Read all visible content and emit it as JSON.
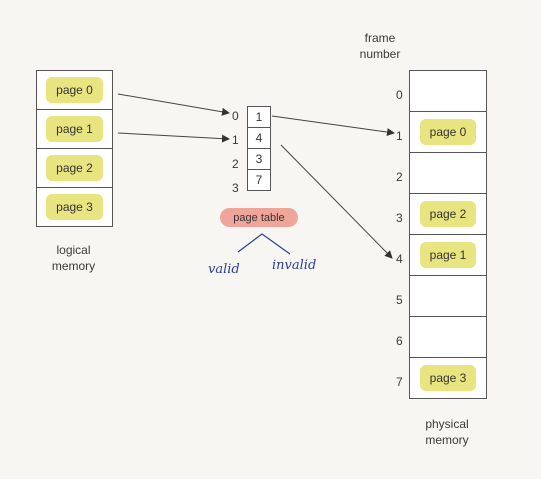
{
  "logical_memory": {
    "pages": [
      "page 0",
      "page 1",
      "page 2",
      "page 3"
    ],
    "label_line1": "logical",
    "label_line2": "memory"
  },
  "page_table": {
    "indices": [
      "0",
      "1",
      "2",
      "3"
    ],
    "frames": [
      "1",
      "4",
      "3",
      "7"
    ],
    "label": "page table"
  },
  "physical_memory": {
    "header_line1": "frame",
    "header_line2": "number",
    "frame_numbers": [
      "0",
      "1",
      "2",
      "3",
      "4",
      "5",
      "6",
      "7"
    ],
    "frames": [
      "",
      "page 0",
      "",
      "page 2",
      "page 1",
      "",
      "",
      "page 3"
    ],
    "label_line1": "physical",
    "label_line2": "memory"
  },
  "annotations": {
    "valid": "valid",
    "invalid": "invalid"
  },
  "colors": {
    "highlight": "#e8e480",
    "page_table_label": "#f0a59a",
    "handwriting": "#2a3f9a"
  }
}
